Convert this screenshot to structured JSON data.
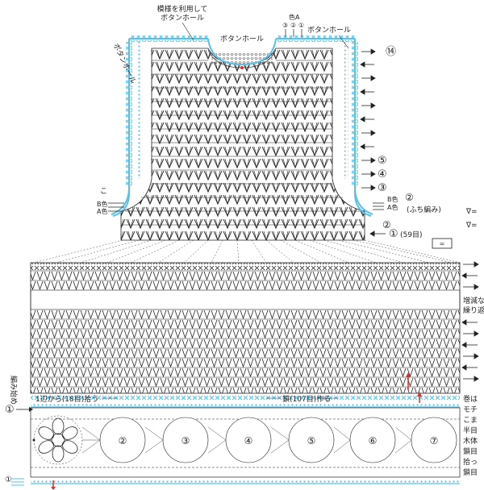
{
  "labels": {
    "pattern_button_hole": [
      "模様を利用して",
      "ボタンホール"
    ],
    "button_hole_center": "ボタンホール",
    "button_hole_right": "ボタンホール",
    "button_hole_left": "ボタンホール",
    "color_a_top": "色A",
    "c_label": "こ",
    "b_color_left": "B色",
    "a_color_left": "A色",
    "b_color_right": "B色",
    "a_color_right": "A色",
    "edging": "(ふち編み)",
    "row_count": "(59目)",
    "start": "編み始め",
    "pickup": "1辺から(18目)拾う",
    "chain": "鎖(107目)作る",
    "legend_box": "=",
    "right_note_1": "増減な",
    "right_note_2": "繰り返",
    "bottom_right_notes": [
      "巻は",
      "モチ",
      "こま",
      "半目",
      "木体",
      "鎖目",
      "拾っ",
      "鎖目"
    ]
  },
  "row_markers": {
    "top": "⑭",
    "r5": "⑤",
    "r4": "④",
    "r3": "③",
    "r2": "②",
    "r1": "①",
    "left_start": "①",
    "small_3": "③",
    "small_2": "②",
    "small_1": "①",
    "bottom_circle": "①"
  },
  "motifs": [
    "②",
    "③",
    "④",
    "⑤",
    "⑥",
    "⑦"
  ],
  "colors": {
    "blue": "#5bc0e8",
    "ink": "#222222",
    "red": "#d9302a"
  }
}
